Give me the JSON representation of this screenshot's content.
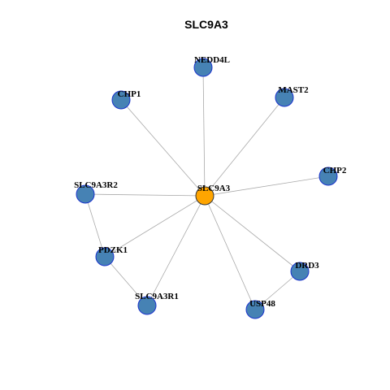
{
  "title": "SLC9A3",
  "colors": {
    "hub_fill": "#ffa500",
    "hub_stroke": "#333333",
    "node_fill": "#4682b4",
    "node_stroke": "#1a33cc",
    "edge": "#a9a9a9"
  },
  "network": {
    "nodes": [
      {
        "id": "SLC9A3",
        "role": "hub"
      },
      {
        "id": "NEDD4L",
        "role": "neighbor"
      },
      {
        "id": "CHP1",
        "role": "neighbor"
      },
      {
        "id": "MAST2",
        "role": "neighbor"
      },
      {
        "id": "CHP2",
        "role": "neighbor"
      },
      {
        "id": "SLC9A3R2",
        "role": "neighbor"
      },
      {
        "id": "PDZK1",
        "role": "neighbor"
      },
      {
        "id": "SLC9A3R1",
        "role": "neighbor"
      },
      {
        "id": "DRD3",
        "role": "neighbor"
      },
      {
        "id": "USP48",
        "role": "neighbor"
      }
    ],
    "edges": [
      [
        "SLC9A3",
        "NEDD4L"
      ],
      [
        "SLC9A3",
        "CHP1"
      ],
      [
        "SLC9A3",
        "MAST2"
      ],
      [
        "SLC9A3",
        "CHP2"
      ],
      [
        "SLC9A3",
        "SLC9A3R2"
      ],
      [
        "SLC9A3",
        "PDZK1"
      ],
      [
        "SLC9A3",
        "SLC9A3R1"
      ],
      [
        "SLC9A3",
        "DRD3"
      ],
      [
        "SLC9A3",
        "USP48"
      ],
      [
        "SLC9A3R2",
        "PDZK1"
      ],
      [
        "PDZK1",
        "SLC9A3R1"
      ],
      [
        "DRD3",
        "USP48"
      ]
    ]
  }
}
